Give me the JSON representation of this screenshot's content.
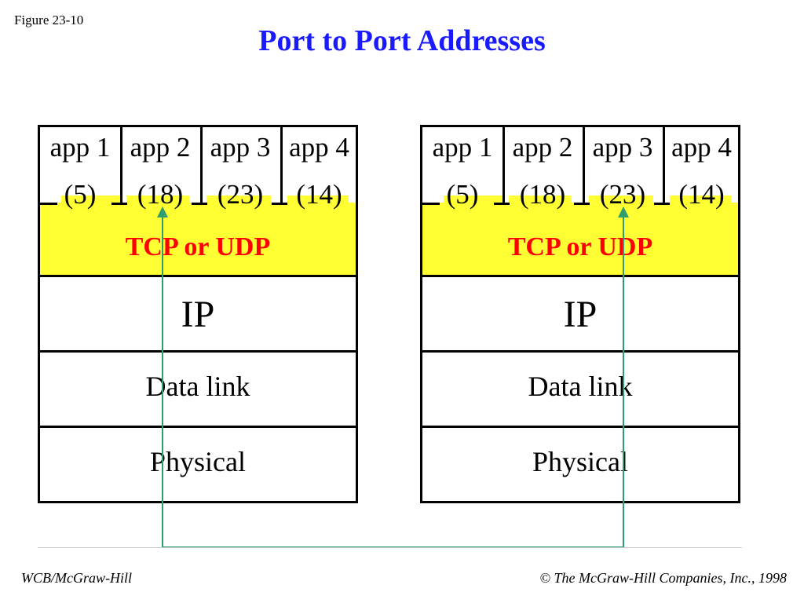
{
  "figure_label": "Figure 23-10",
  "title": "Port to Port Addresses",
  "stacks": [
    {
      "apps": [
        {
          "name": "app 1",
          "port": "(5)"
        },
        {
          "name": "app 2",
          "port": "(18)"
        },
        {
          "name": "app 3",
          "port": "(23)"
        },
        {
          "name": "app 4",
          "port": "(14)"
        }
      ],
      "transport": "TCP or UDP",
      "layers": [
        "IP",
        "Data link",
        "Physical"
      ]
    },
    {
      "apps": [
        {
          "name": "app 1",
          "port": "(5)"
        },
        {
          "name": "app 2",
          "port": "(18)"
        },
        {
          "name": "app 3",
          "port": "(23)"
        },
        {
          "name": "app 4",
          "port": "(14)"
        }
      ],
      "transport": "TCP or UDP",
      "layers": [
        "IP",
        "Data link",
        "Physical"
      ]
    }
  ],
  "path_color": "#2e9e6e",
  "transport_color": "#ffff33",
  "title_color": "#1a1aff",
  "footer": {
    "left": "WCB/McGraw-Hill",
    "copyright_symbol": "©",
    "right": "The McGraw-Hill Companies, Inc., 1998"
  }
}
